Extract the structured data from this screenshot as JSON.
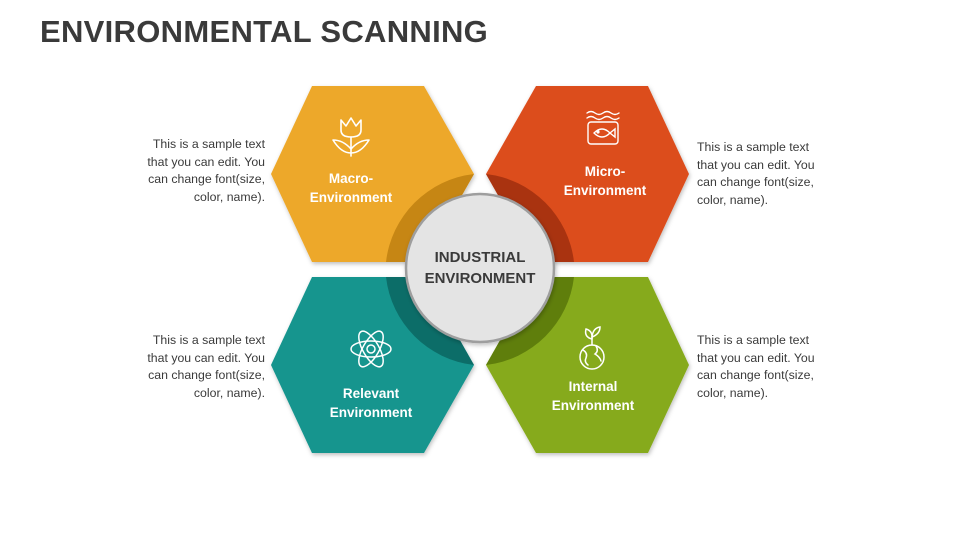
{
  "title": "ENVIRONMENTAL SCANNING",
  "colors": {
    "macro": "#EDA82B",
    "micro": "#DC4E1E",
    "relevant": "#14958E",
    "internal": "#86AA1B"
  },
  "center": {
    "line1": "INDUSTRIAL",
    "line2": "ENVIRONMENT"
  },
  "segments": [
    {
      "key": "macro",
      "line1": "Macro-",
      "line2": "Environment",
      "icon": "tulip-icon",
      "desc": [
        "This is a sample text",
        "that you can edit. You",
        "can change font(size,",
        "color, name)."
      ]
    },
    {
      "key": "micro",
      "line1": "Micro-",
      "line2": "Environment",
      "icon": "ocean-fish-icon",
      "desc": [
        "This is a sample text",
        "that you can edit. You",
        "can change font(size,",
        "color, name)."
      ]
    },
    {
      "key": "relevant",
      "line1": "Relevant",
      "line2": "Environment",
      "icon": "atom-icon",
      "desc": [
        "This is a sample text",
        "that you can edit. You",
        "can change font(size,",
        "color, name)."
      ]
    },
    {
      "key": "internal",
      "line1": "Internal",
      "line2": "Environment",
      "icon": "globe-sprout-icon",
      "desc": [
        "This is a sample text",
        "that you can edit. You",
        "can change font(size,",
        "color, name)."
      ]
    }
  ]
}
